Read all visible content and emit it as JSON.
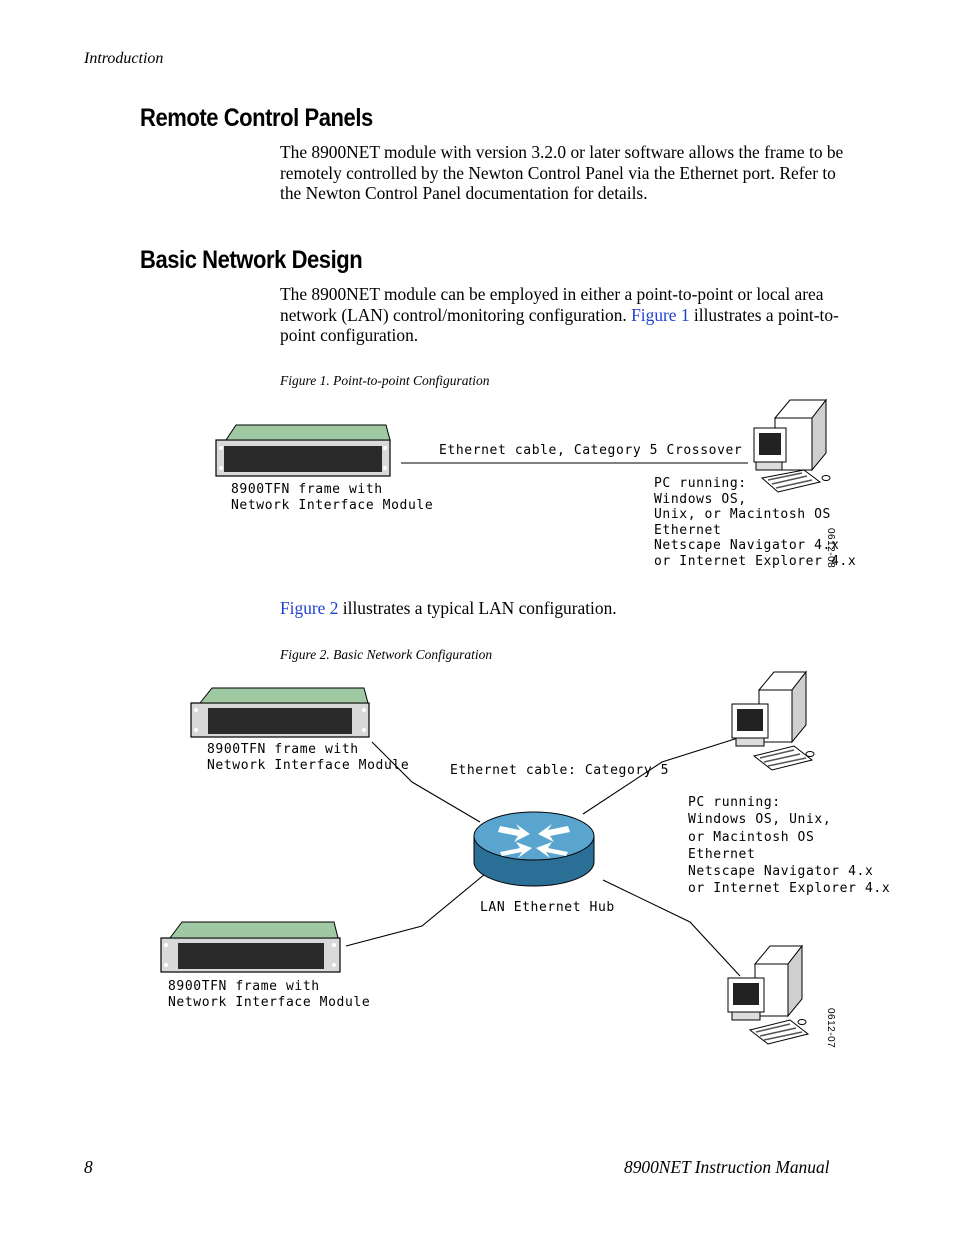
{
  "header": {
    "section": "Introduction"
  },
  "sections": [
    {
      "title": "Remote Control Panels",
      "body": "The 8900NET module with version 3.2.0 or later software allows the frame to be remotely controlled by the Newton Control Panel via the Ethernet port. Refer to the Newton Control Panel documentation for details."
    },
    {
      "title": "Basic Network Design",
      "body_before_link": "The 8900NET module can be employed in either a point-to-point or local area network (LAN) control/monitoring configuration. ",
      "body_link": "Figure 1",
      "body_after_link": " illustrates a point-to-point configuration."
    }
  ],
  "figure1": {
    "caption": "Figure 1.  Point-to-point Configuration",
    "cable_label": "Ethernet cable, Category 5 Crossover",
    "frame_label_line1": "8900TFN frame with",
    "frame_label_line2": "Network Interface Module",
    "pc_label": [
      "PC running:",
      "Windows OS,",
      "Unix, or Macintosh OS",
      "Ethernet",
      "Netscape Navigator 4.x",
      "or Internet Explorer 4.x"
    ],
    "code": "0612-08"
  },
  "between_figures": {
    "link": "Figure 2",
    "text": " illustrates a typical LAN configuration."
  },
  "figure2": {
    "caption": "Figure 2.  Basic Network Configuration",
    "cable_label": "Ethernet cable: Category 5",
    "frame1_label_line1": "8900TFN frame with",
    "frame1_label_line2": "Network Interface Module",
    "frame2_label_line1": "8900TFN frame with",
    "frame2_label_line2": "Network Interface Module",
    "hub_label": "LAN Ethernet Hub",
    "pc_label": [
      "PC running:",
      "Windows OS, Unix,",
      "or Macintosh OS",
      "Ethernet",
      "Netscape Navigator 4.x",
      "or Internet Explorer 4.x"
    ],
    "code": "0612-07"
  },
  "footer": {
    "page_number": "8",
    "manual_title": "8900NET  Instruction Manual"
  }
}
